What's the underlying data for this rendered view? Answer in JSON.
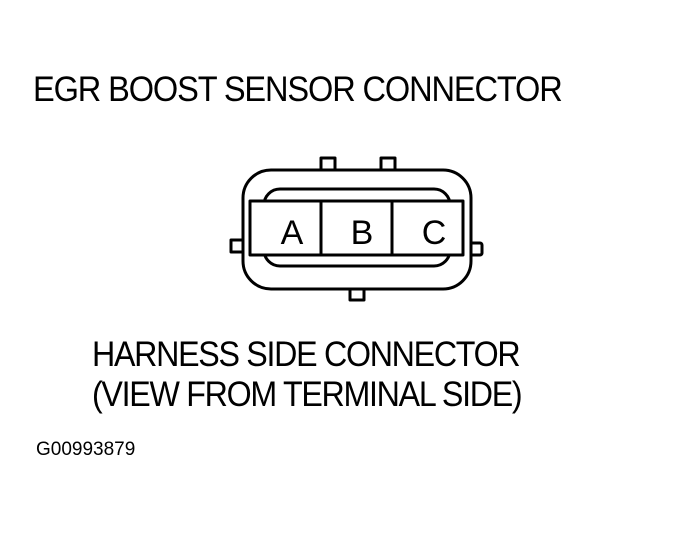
{
  "diagram": {
    "title": "EGR BOOST SENSOR CONNECTOR",
    "connector": {
      "type": "3-pin harness connector",
      "pins": [
        {
          "label": "A"
        },
        {
          "label": "B"
        },
        {
          "label": "C"
        }
      ]
    },
    "caption": {
      "line1": "HARNESS SIDE CONNECTOR",
      "line2": "(VIEW FROM TERMINAL SIDE)"
    },
    "figure_id": "G00993879",
    "colors": {
      "line": "#000000",
      "background": "#ffffff"
    }
  }
}
